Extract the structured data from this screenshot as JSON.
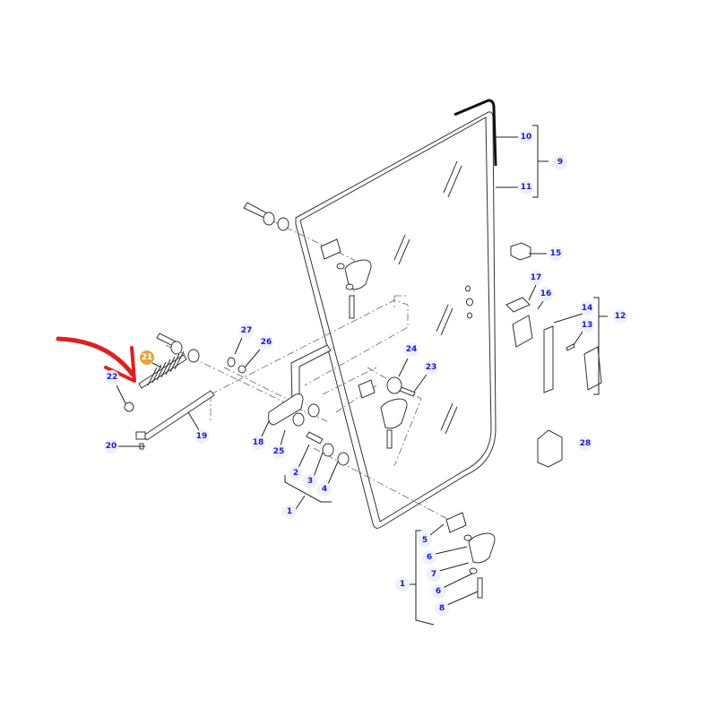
{
  "diagram": {
    "title": "Door glass assembly exploded parts diagram",
    "highlight_color": "#e8a33a",
    "arrow_color": "#e02020",
    "callout_color": "#1a1ad6",
    "highlighted_part": "21"
  },
  "callouts": [
    "10",
    "9",
    "11",
    "15",
    "17",
    "16",
    "14",
    "12",
    "13",
    "27",
    "26",
    "24",
    "23",
    "22",
    "21",
    "19",
    "20",
    "18",
    "25",
    "2",
    "3",
    "4",
    "1",
    "28",
    "5",
    "6",
    "7",
    "6",
    "8",
    "1"
  ]
}
